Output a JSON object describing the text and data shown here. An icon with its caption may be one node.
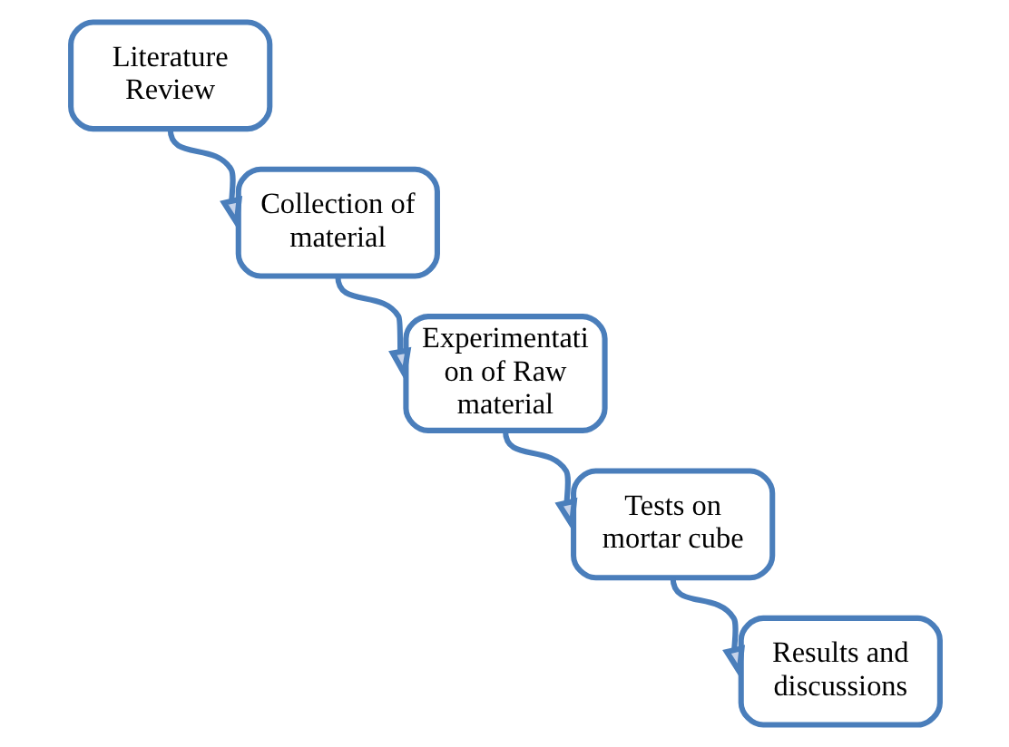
{
  "diagram": {
    "nodes": [
      {
        "text": [
          "Literature Review"
        ]
      },
      {
        "text": [
          "Collection of material"
        ]
      },
      {
        "text": [
          "Experimentati on of Raw material"
        ]
      },
      {
        "text": [
          "Tests on mortar cube"
        ]
      },
      {
        "text": [
          "Results and discussions"
        ]
      }
    ],
    "edges": [
      {
        "from": 0,
        "to": 1,
        "arrow": "to"
      },
      {
        "from": 1,
        "to": 2,
        "arrow": "to"
      },
      {
        "from": 2,
        "to": 3,
        "arrow": "to"
      },
      {
        "from": 3,
        "to": 4,
        "arrow": "to"
      }
    ]
  }
}
